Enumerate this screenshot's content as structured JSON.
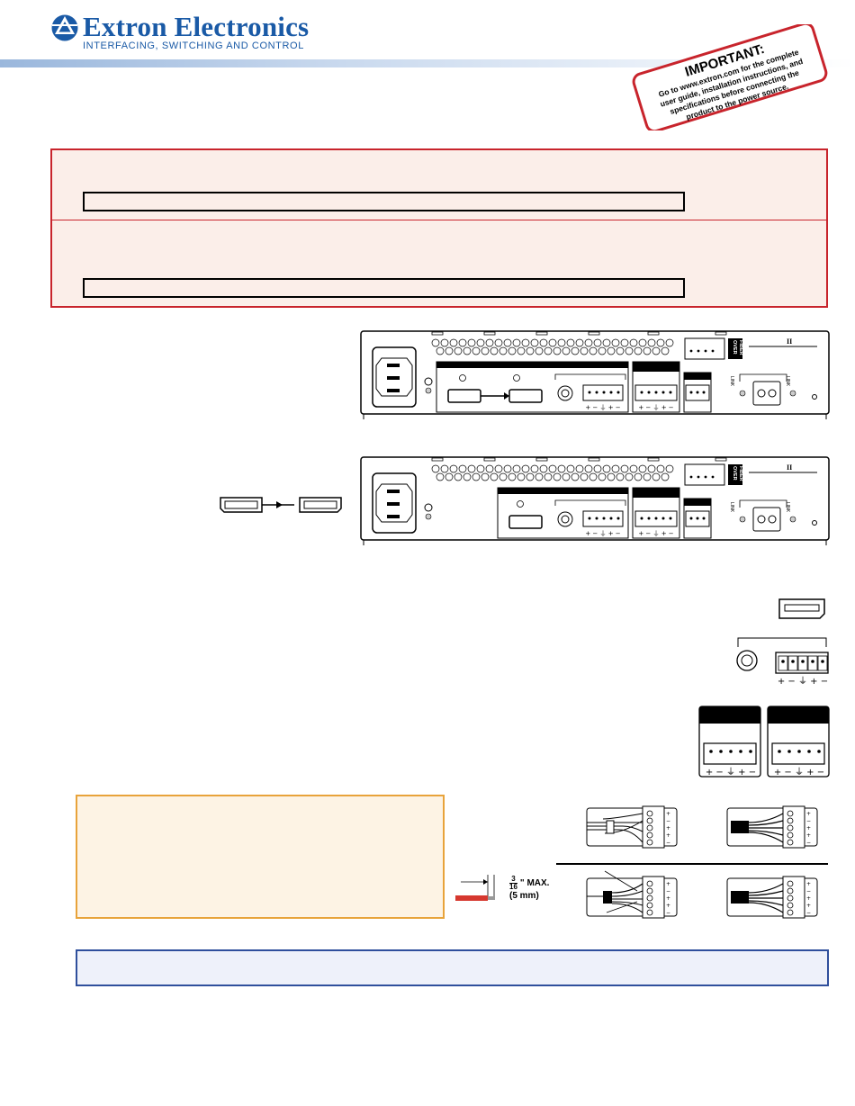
{
  "header": {
    "brand": "Extron Electronics",
    "tagline": "INTERFACING, SWITCHING AND CONTROL",
    "brand_color": "#1a5aa6"
  },
  "important_stamp": {
    "title": "IMPORTANT:",
    "lines": [
      "Go to www.extron.com for the complete",
      "user guide, installation instructions, and",
      "specifications before connecting the",
      "product to the power source."
    ],
    "border_color": "#c8242c"
  },
  "device_panels": {
    "rear_label_top": "OVER",
    "rear_label_bottom": "FIBER",
    "link_label": "LINK",
    "polarity": [
      "+",
      "−",
      "⏚",
      "+",
      "−"
    ],
    "roman_mark": "II"
  },
  "wire_strip": {
    "numerator": "3",
    "denominator": "16",
    "inch_mark": "\"",
    "max_label": "MAX.",
    "metric_label": "(5 mm)"
  },
  "colors": {
    "safety_border": "#c8242c",
    "safety_fill": "#fbeee9",
    "note_border": "#e8a33a",
    "note_fill": "#fdf3e4",
    "info_border": "#2f4f9c",
    "info_fill": "#eef1fa"
  }
}
